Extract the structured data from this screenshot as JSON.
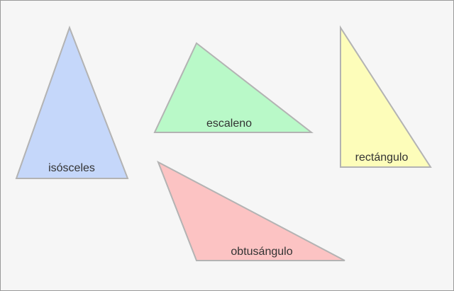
{
  "diagram": {
    "triangles": [
      {
        "id": "isosceles",
        "label": "isósceles",
        "color": "#c5d7fa"
      },
      {
        "id": "scalene",
        "label": "escaleno",
        "color": "#b9f9c8"
      },
      {
        "id": "right",
        "label": "rectángulo",
        "color": "#fdfdba"
      },
      {
        "id": "obtuse",
        "label": "obtusángulo",
        "color": "#fcc3c3"
      }
    ]
  }
}
